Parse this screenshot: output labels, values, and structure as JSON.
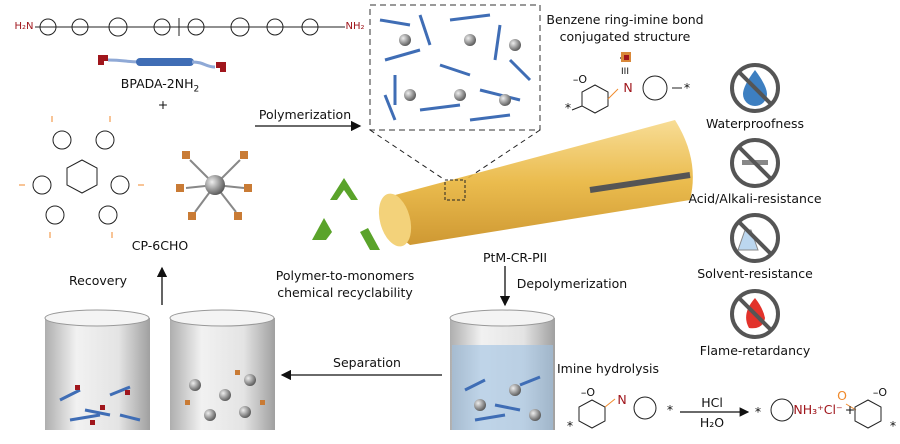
{
  "monomer_amine": {
    "label": "BPADA-2NH",
    "label_sub": "2",
    "amine_left": "H₂N",
    "amine_right": "NH₂"
  },
  "plus": "+",
  "monomer_aldehyde": {
    "label": "CP-6CHO"
  },
  "steps": {
    "polymerization": "Polymerization",
    "depolymerization": "Depolymerization",
    "separation": "Separation",
    "recovery": "Recovery",
    "imine_hydrolysis": "Imine hydrolysis"
  },
  "network": {
    "title_line1": "Benzene ring-imine bond",
    "title_line2": "conjugated structure",
    "equiv": "III"
  },
  "product": {
    "label": "PtM-CR-PII"
  },
  "recyclability": {
    "line1": "Polymer-to-monomers",
    "line2": "chemical recyclability"
  },
  "properties": [
    {
      "label": "Waterproofness",
      "icon": "no-water-drop-icon"
    },
    {
      "label": "Acid/Alkali-resistance",
      "icon": "no-acid-icon"
    },
    {
      "label": "Solvent-resistance",
      "icon": "no-solvent-flask-icon"
    },
    {
      "label": "Flame-retardancy",
      "icon": "no-flame-icon"
    }
  ],
  "hydrolysis": {
    "reagent_top": "HCl",
    "reagent_bottom": "H₂O",
    "product_amine": "NH₃⁺Cl⁻",
    "plus": "+",
    "star": "*",
    "methoxy": "–O",
    "imine_N": "N",
    "aldehyde_O": "O"
  },
  "colors": {
    "imine_red": "#a0161c",
    "aldehyde_orange": "#f08a2c",
    "chain_blue": "#3f6db5",
    "film_yellow": "#e8b43a",
    "icon_blue": "#3d7fc1",
    "icon_gray": "#555555",
    "recycle_green": "#5aa32a"
  }
}
